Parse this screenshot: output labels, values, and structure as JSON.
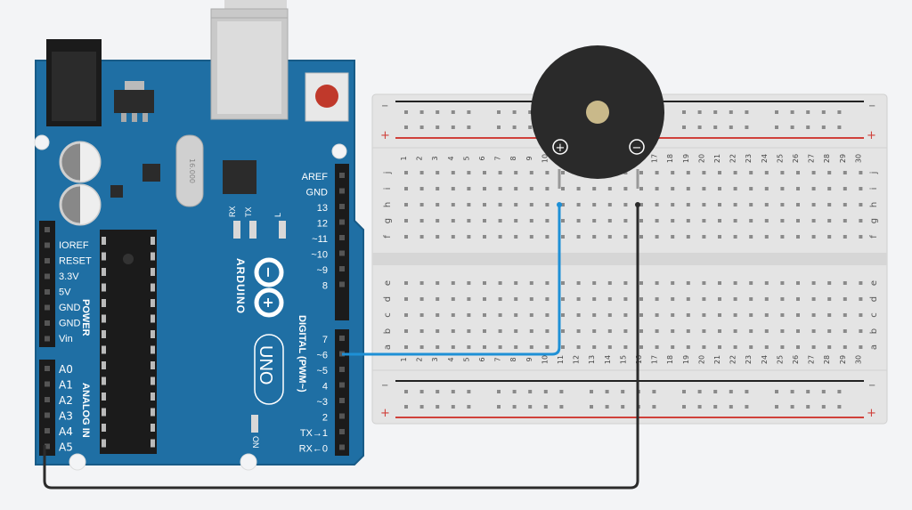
{
  "arduino": {
    "brand": "ARDUINO",
    "model": "UNO",
    "crystal": "16.000",
    "power_header_title": "POWER",
    "analog_header_title": "ANALOG IN",
    "digital_header_title": "DIGITAL (PWM~)",
    "power_pins": [
      "IOREF",
      "RESET",
      "3.3V",
      "5V",
      "GND",
      "GND",
      "Vin"
    ],
    "analog_pins": [
      "A0",
      "A1",
      "A2",
      "A3",
      "A4",
      "A5"
    ],
    "digital_pins_top": [
      "AREF",
      "GND",
      "13",
      "12",
      "~11",
      "~10",
      "~9",
      "8"
    ],
    "digital_pins_bottom": [
      "7",
      "~6",
      "~5",
      "4",
      "~3",
      "2",
      "TX→1",
      "RX←0"
    ],
    "led_rx": "RX",
    "led_tx": "TX",
    "led_l": "L",
    "on_label": "ON"
  },
  "breadboard": {
    "columns": [
      "1",
      "2",
      "3",
      "4",
      "5",
      "6",
      "7",
      "8",
      "9",
      "10",
      "11",
      "12",
      "13",
      "14",
      "15",
      "16",
      "17",
      "18",
      "19",
      "20",
      "21",
      "22",
      "23",
      "24",
      "25",
      "26",
      "27",
      "28",
      "29",
      "30"
    ],
    "rows_top": [
      "j",
      "i",
      "h",
      "g",
      "f"
    ],
    "rows_bottom": [
      "e",
      "d",
      "c",
      "b",
      "a"
    ],
    "rail_minus": "−",
    "rail_plus": "+"
  },
  "buzzer": {
    "plus_label": "+",
    "minus_label": "−"
  },
  "colors": {
    "board_blue": "#1f6fa4",
    "wire_blue": "#1e90d6",
    "wire_black": "#2b2b2b",
    "rail_red": "#d0413b",
    "buzzer_body": "#2a2a2a"
  }
}
